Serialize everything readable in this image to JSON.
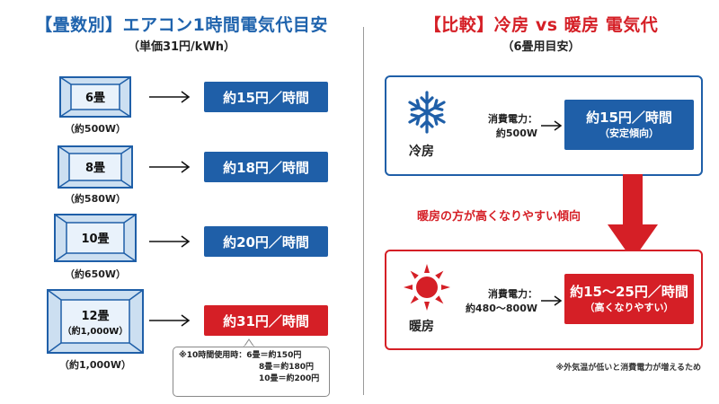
{
  "left": {
    "title": "【畳数別】エアコン1時間電気代目安",
    "subtitle": "（単価31円/kWh）",
    "rows": [
      {
        "room": "6畳",
        "power": "（約500W）",
        "cost": "約15円／時間",
        "highlight": false
      },
      {
        "room": "8畳",
        "power": "（約580W）",
        "cost": "約18円／時間",
        "highlight": false
      },
      {
        "room": "10畳",
        "power": "（約650W）",
        "cost": "約20円／時間",
        "highlight": false
      },
      {
        "room": "12畳",
        "room_sub": "（約1,000W）",
        "power": "（約1,000W）",
        "cost": "約31円／時間",
        "highlight": true
      }
    ],
    "note": {
      "heading": "※10時間使用時：",
      "lines": [
        "6畳＝約150円",
        "8畳＝約180円",
        "10畳＝約200円"
      ]
    }
  },
  "right": {
    "title": "【比較】冷房 vs 暖房 電気代",
    "subtitle": "（6畳用目安）",
    "cooling": {
      "icon": "snowflake-icon",
      "label": "冷房",
      "power_label": "消費電力：",
      "power_value": "約500W",
      "cost": "約15円／時間",
      "cost_sub": "（安定傾向）"
    },
    "transition": "暖房の方が高くなりやすい傾向",
    "heating": {
      "icon": "sun-icon",
      "label": "暖房",
      "power_label": "消費電力：",
      "power_value": "約480〜800W",
      "cost": "約15〜25円／時間",
      "cost_sub": "（高くなりやすい）"
    },
    "footnote": "※外気温が低いと消費電力が増えるため"
  },
  "colors": {
    "blue": "#1f5fa8",
    "red": "#d51f26",
    "room_fill": "#ccdff1",
    "room_inner": "#e9f2fb"
  }
}
